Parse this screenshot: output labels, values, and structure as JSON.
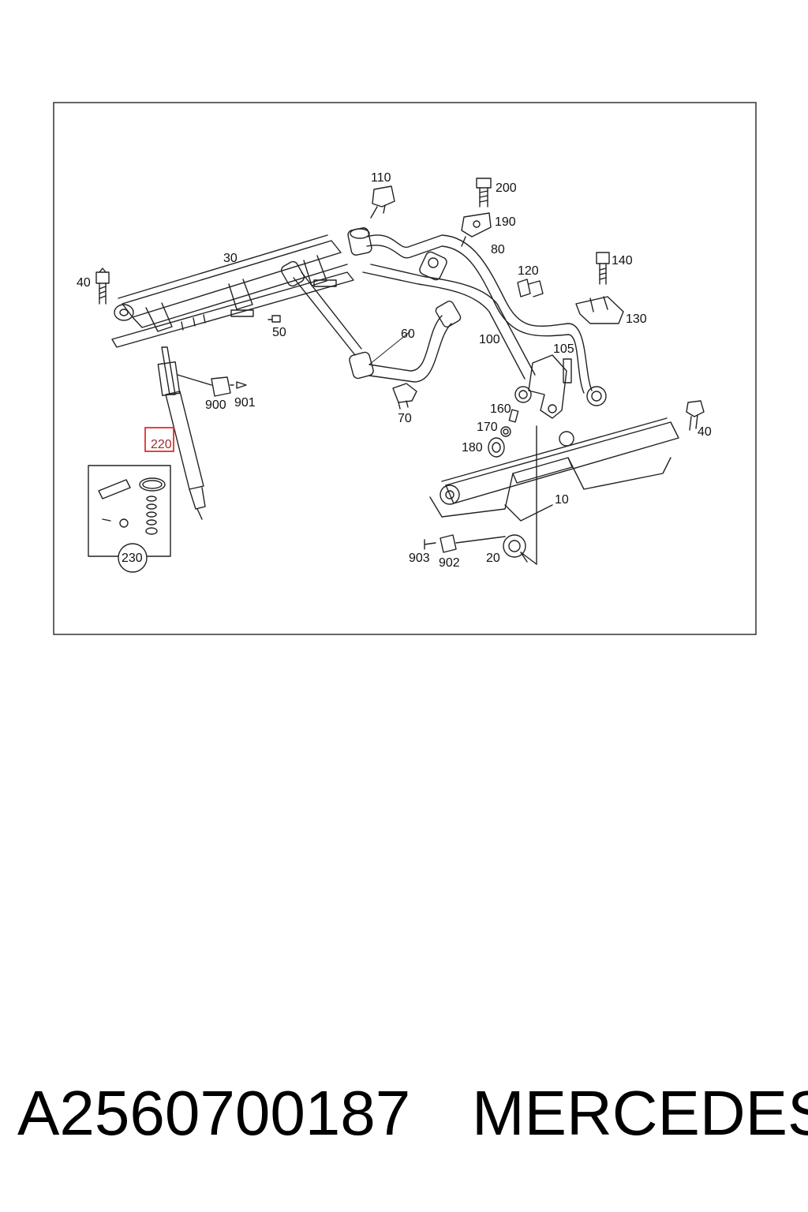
{
  "diagram": {
    "callouts": {
      "c10": "10",
      "c20": "20",
      "c30": "30",
      "c40a": "40",
      "c40b": "40",
      "c50": "50",
      "c60": "60",
      "c70": "70",
      "c80": "80",
      "c100": "100",
      "c105": "105",
      "c110": "110",
      "c120": "120",
      "c130": "130",
      "c140": "140",
      "c160": "160",
      "c170": "170",
      "c180": "180",
      "c190": "190",
      "c200": "200",
      "c220": "220",
      "c230": "230",
      "c900": "900",
      "c901": "901",
      "c902": "902",
      "c903": "903"
    },
    "highlighted_callout": "220",
    "highlight_color": "#e03030"
  },
  "caption": {
    "part_number": "A2560700187",
    "brand": "MERCEDES"
  }
}
